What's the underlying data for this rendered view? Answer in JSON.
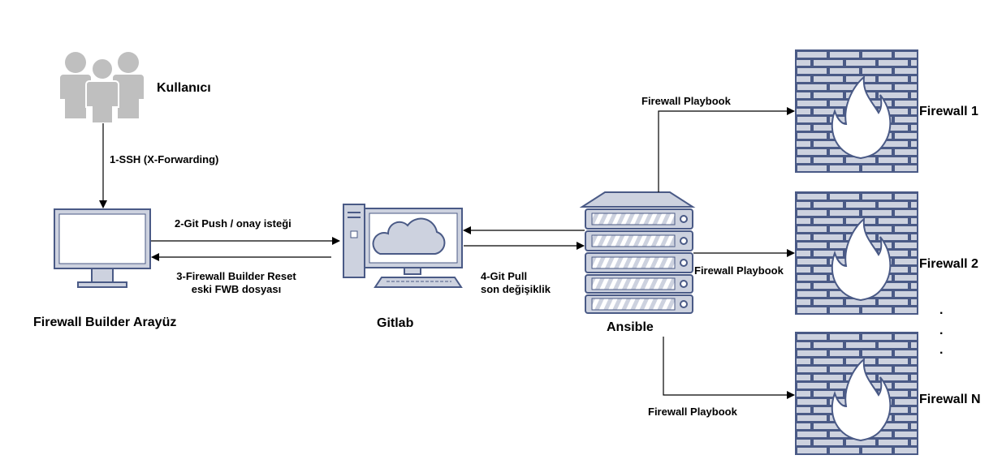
{
  "nodes": {
    "users": "Kullanıcı",
    "fwbuilder": "Firewall Builder Arayüz",
    "gitlab": "Gitlab",
    "ansible": "Ansible",
    "firewall1": "Firewall 1",
    "firewall2": "Firewall 2",
    "firewallN": "Firewall N",
    "ellipsis": [
      "·",
      "·",
      "·"
    ]
  },
  "edges": {
    "ssh": "1-SSH (X-Forwarding)",
    "push": "2-Git Push / onay isteği",
    "reset_line1": "3-Firewall Builder Reset",
    "reset_line2": "eski FWB dosyası",
    "pull_line1": "4-Git Pull",
    "pull_line2": "son değişiklik",
    "playbook1": "Firewall Playbook",
    "playbook2": "Firewall Playbook",
    "playbookN": "Firewall Playbook"
  },
  "colors": {
    "icon_fill": "#cdd2df",
    "icon_stroke": "#4a5a86",
    "user_fill": "#bfbfbf",
    "screen_fill": "#ffffff",
    "edge": "#000000"
  }
}
